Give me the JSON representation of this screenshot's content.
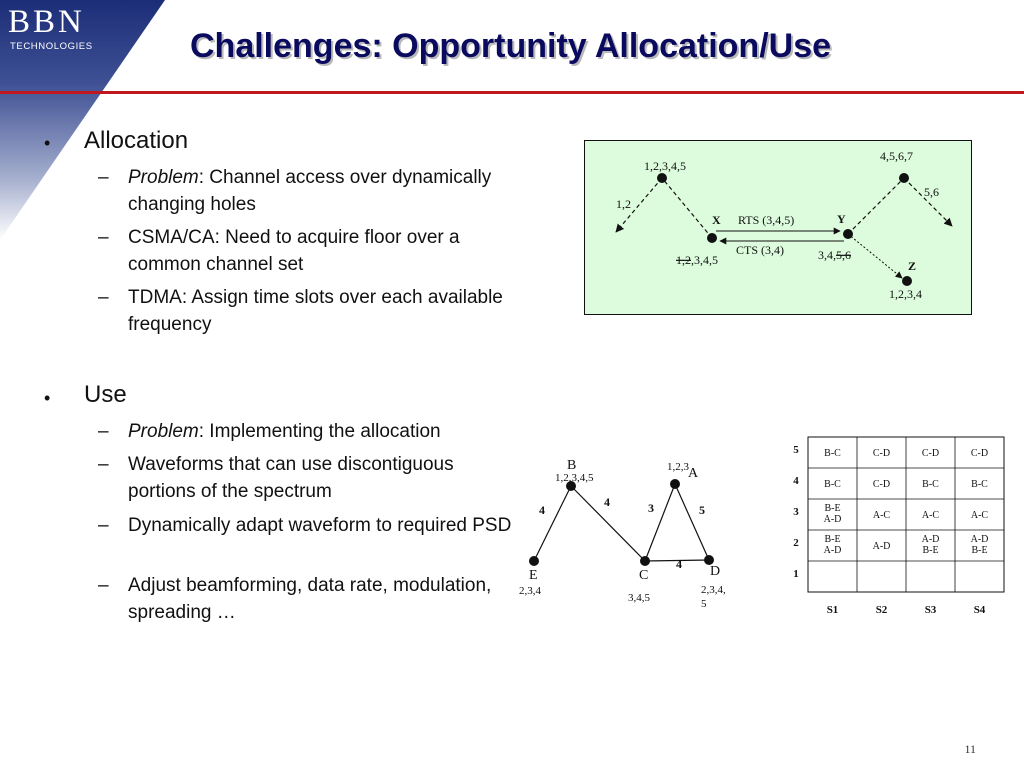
{
  "logo": {
    "name": "BBN",
    "subtitle": "TECHNOLOGIES"
  },
  "title": "Challenges: Opportunity Allocation/Use",
  "allocation": {
    "heading": "Allocation",
    "items": [
      {
        "em": "Problem",
        "text": ": Channel access over dynamically changing holes"
      },
      {
        "em": "",
        "text": "CSMA/CA: Need to acquire floor over a common channel set"
      },
      {
        "em": "",
        "text": "TDMA: Assign time slots over each available frequency"
      }
    ]
  },
  "use": {
    "heading": "Use",
    "items": [
      {
        "em": "Problem",
        "text": ": Implementing the allocation"
      },
      {
        "em": "",
        "text": "Waveforms that can use discontiguous portions of the spectrum"
      },
      {
        "em": "",
        "text": "Dynamically adapt waveform to required PSD"
      },
      {
        "em": "",
        "text": "Adjust beamforming, data rate, modulation, spreading …"
      }
    ]
  },
  "diagram1": {
    "background": "#ddfcdd",
    "labels": {
      "top_left_set": "1,2,3,4,5",
      "left_set": "1,2",
      "x_node": "X",
      "y_node": "Y",
      "z_node": "Z",
      "rts": "RTS (3,4,5)",
      "cts": "CTS (3,4)",
      "x_set_struck": "1,2",
      "x_set_rest": ",3,4,5",
      "y_set_rest": "3,4,",
      "y_set_struck": "5,6",
      "top_right_set": "4,5,6,7",
      "right_set": "5,6",
      "z_set": "1,2,3,4"
    }
  },
  "diagram2": {
    "nodes": {
      "B": {
        "name": "B",
        "set": "1,2,3,4,5"
      },
      "A": {
        "name": "A",
        "set": "1,2,3"
      },
      "E": {
        "name": "E",
        "set": "2,3,4"
      },
      "C": {
        "name": "C",
        "set": "3,4,5"
      },
      "D": {
        "name": "D",
        "set": "2,3,4,",
        "set2": "5"
      }
    },
    "edges": {
      "EB": "4",
      "BC": "4",
      "CA": "3",
      "AD": "5",
      "CD": "4"
    }
  },
  "schedule": {
    "rows": [
      "5",
      "4",
      "3",
      "2",
      "1"
    ],
    "columns": [
      "S1",
      "S2",
      "S3",
      "S4"
    ],
    "cells": [
      [
        [
          "B-C"
        ],
        [
          "C-D"
        ],
        [
          "C-D"
        ],
        [
          "C-D"
        ]
      ],
      [
        [
          "B-C"
        ],
        [
          "C-D"
        ],
        [
          "B-C"
        ],
        [
          "B-C"
        ]
      ],
      [
        [
          "B-E",
          "A-D"
        ],
        [
          "A-C"
        ],
        [
          "A-C"
        ],
        [
          "A-C"
        ]
      ],
      [
        [
          "B-E",
          "A-D"
        ],
        [
          "A-D"
        ],
        [
          "A-D",
          "B-E"
        ],
        [
          "A-D",
          "B-E"
        ]
      ],
      [
        [],
        [],
        [],
        []
      ]
    ]
  },
  "page_number": "11"
}
